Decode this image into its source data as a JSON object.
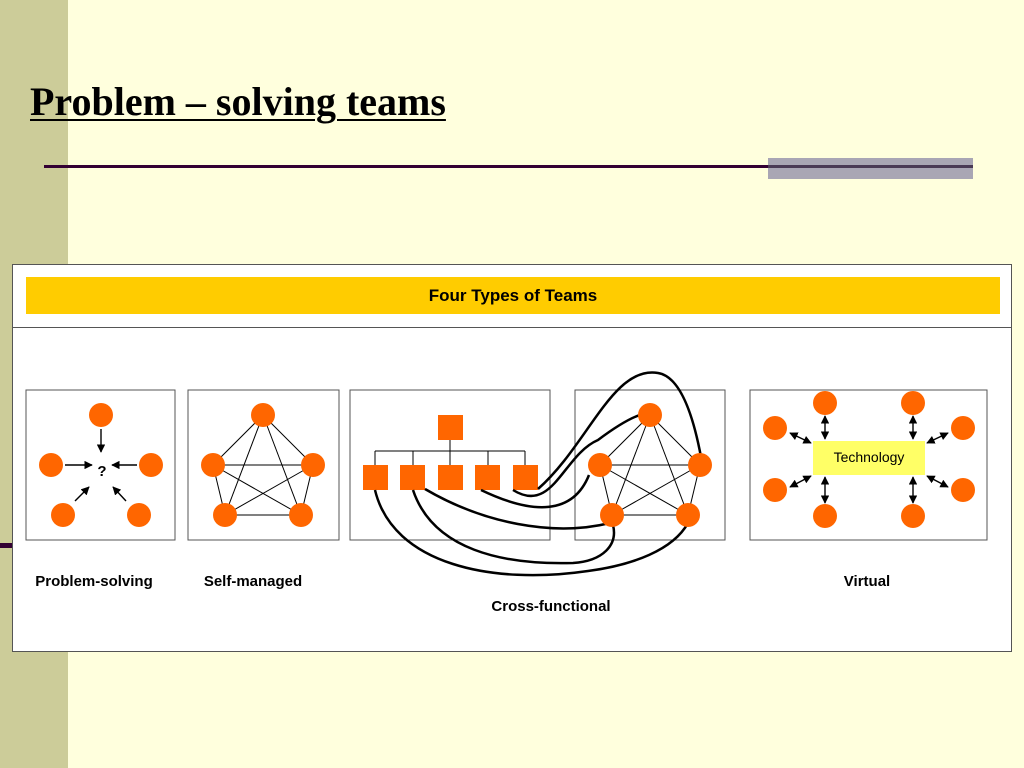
{
  "slide": {
    "title": "Problem – solving teams"
  },
  "figure": {
    "header": "Four Types of Teams",
    "labels": {
      "problem_solving": "Problem-solving",
      "self_managed": "Self-managed",
      "cross_functional": "Cross-functional",
      "virtual": "Virtual"
    },
    "question_mark": "?",
    "technology": "Technology"
  },
  "colors": {
    "background": "#ffffdd",
    "side_bar": "#cccc99",
    "header_fill": "#ffcc00",
    "node_fill": "#ff6600",
    "technology_fill": "#ffff66"
  }
}
